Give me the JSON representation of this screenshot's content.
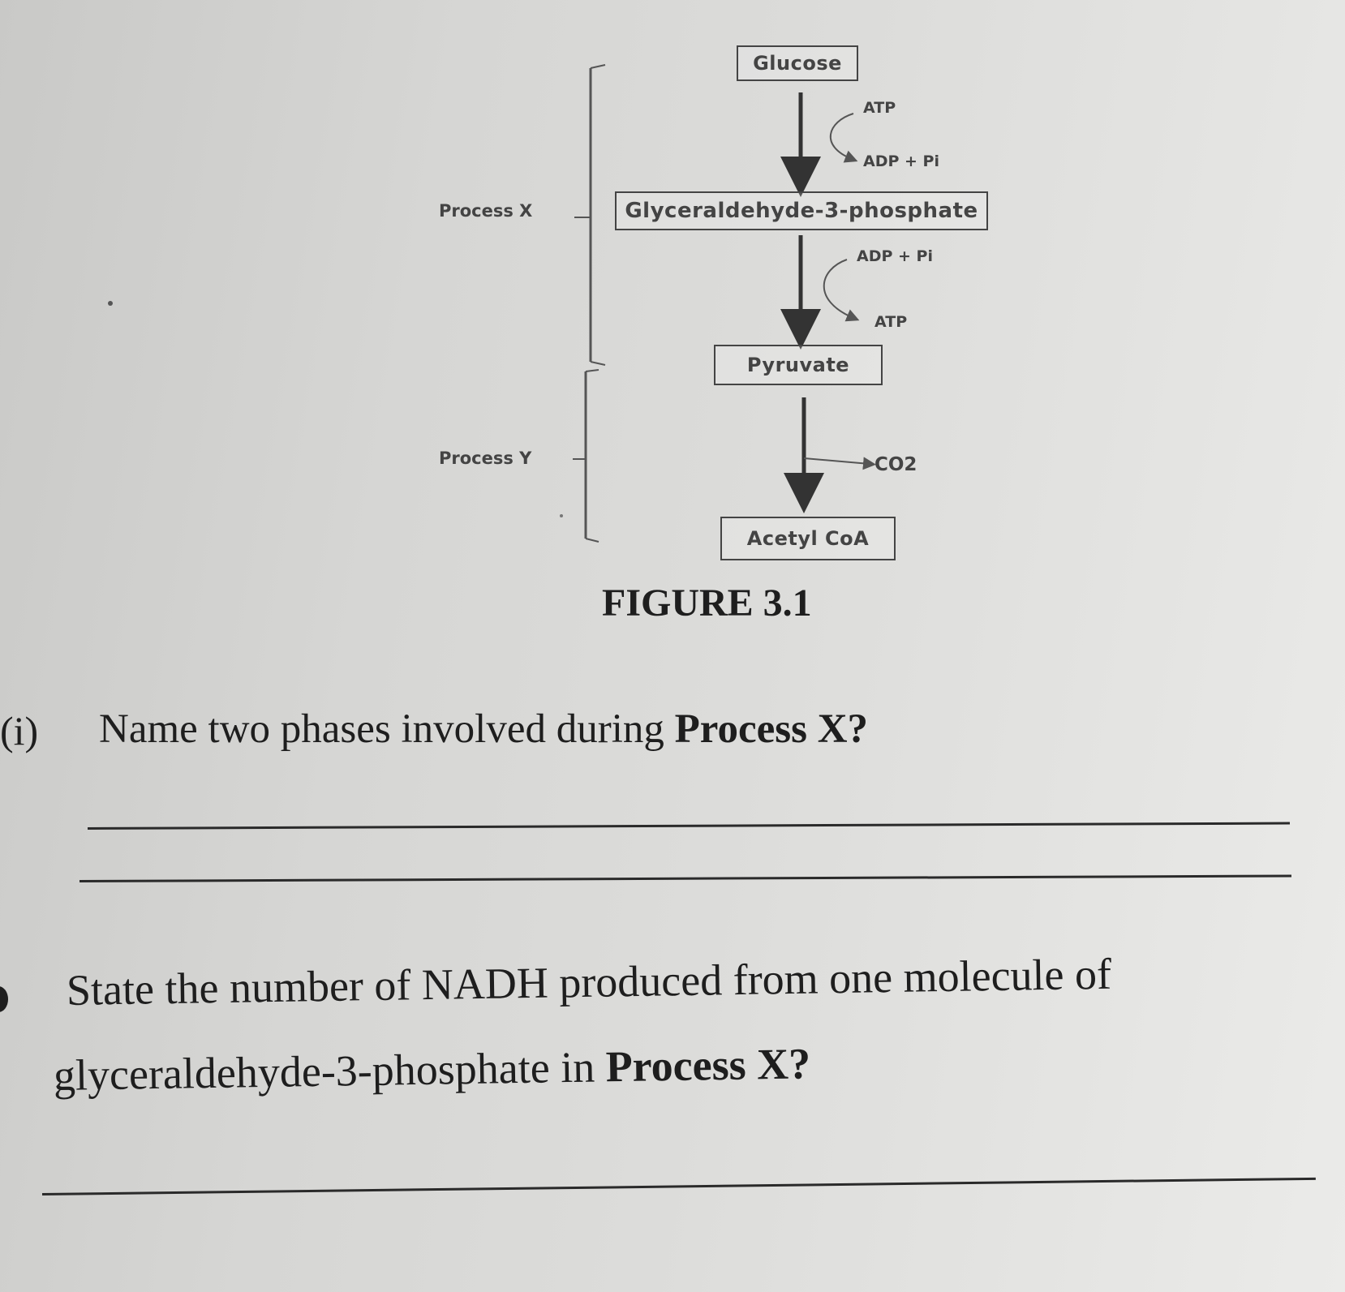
{
  "figure": {
    "caption": "FIGURE 3.1",
    "process_x_label": "Process X",
    "process_y_label": "Process Y",
    "nodes": {
      "glucose": "Glucose",
      "g3p": "Glyceraldehyde-3-phosphate",
      "pyruvate": "Pyruvate",
      "acetyl_coa": "Acetyl CoA"
    },
    "step1": {
      "in": "ATP",
      "out": "ADP + Pi"
    },
    "step2": {
      "in": "ADP + Pi",
      "out": "ATP"
    },
    "step3": {
      "out": "CO2"
    }
  },
  "questions": {
    "q1": {
      "number": "(i)",
      "text": "Name two phases involved during ",
      "emphasis": "Process X?"
    },
    "q2": {
      "line1": "State the number of NADH produced from one molecule of",
      "line2_text": "glyceraldehyde-3-phosphate in ",
      "line2_emphasis": "Process X?"
    }
  }
}
